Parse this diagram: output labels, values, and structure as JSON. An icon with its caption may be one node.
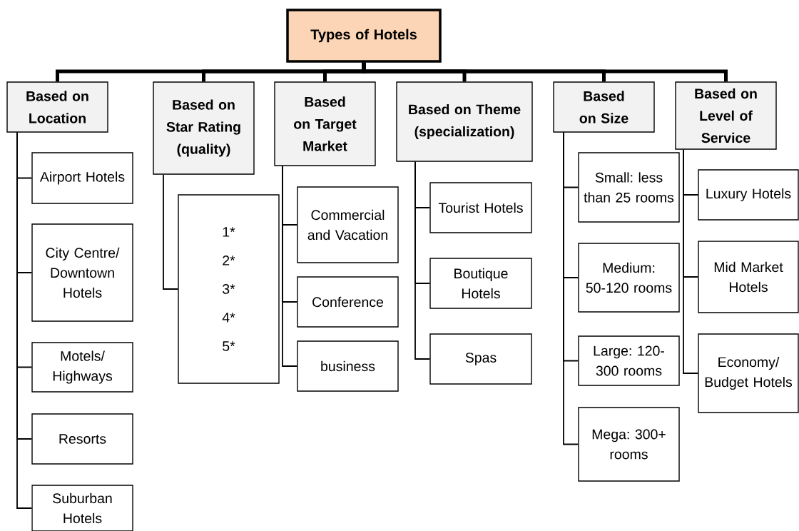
{
  "diagram": {
    "nodes": [
      {
        "text": [
          "Types of Hotels"
        ]
      },
      {
        "text": [
          "Based on Location"
        ]
      },
      {
        "text": [
          "Based on Star Rating (quality)"
        ]
      },
      {
        "text": [
          "Based on Target Market"
        ]
      },
      {
        "text": [
          "Based on Theme (specialization)"
        ]
      },
      {
        "text": [
          "Based on Size"
        ]
      },
      {
        "text": [
          "Based on Level of Service"
        ]
      },
      {
        "text": [
          "Airport Hotels"
        ]
      },
      {
        "text": [
          "City Centre/ Downtown Hotels"
        ]
      },
      {
        "text": [
          "Motels/ Highways"
        ]
      },
      {
        "text": [
          "Resorts"
        ]
      },
      {
        "text": [
          "Suburban Hotels"
        ]
      },
      {
        "text": [
          "1*",
          "2*",
          "3*",
          "4*",
          "5*"
        ]
      },
      {
        "text": [
          "Commercial and Vacation"
        ]
      },
      {
        "text": [
          "Conference"
        ]
      },
      {
        "text": [
          "business"
        ]
      },
      {
        "text": [
          "Tourist Hotels"
        ]
      },
      {
        "text": [
          "Boutique Hotels"
        ]
      },
      {
        "text": [
          "Spas"
        ]
      },
      {
        "text": [
          "Small: less than 25 rooms"
        ]
      },
      {
        "text": [
          "Medium: 50-120 rooms"
        ]
      },
      {
        "text": [
          "Large: 120-300 rooms"
        ]
      },
      {
        "text": [
          "Mega: 300+ rooms"
        ]
      },
      {
        "text": [
          "Luxury Hotels"
        ]
      },
      {
        "text": [
          "Mid Market Hotels"
        ]
      },
      {
        "text": [
          "Economy/ Budget Hotels"
        ]
      }
    ],
    "edges": [
      {
        "from": 0,
        "to": 1,
        "arrow": "none",
        "style": "thick"
      },
      {
        "from": 0,
        "to": 2,
        "arrow": "none",
        "style": "thick"
      },
      {
        "from": 0,
        "to": 3,
        "arrow": "none",
        "style": "thick"
      },
      {
        "from": 0,
        "to": 4,
        "arrow": "none",
        "style": "thick"
      },
      {
        "from": 0,
        "to": 5,
        "arrow": "none",
        "style": "thick"
      },
      {
        "from": 0,
        "to": 6,
        "arrow": "none",
        "style": "thick"
      },
      {
        "from": 1,
        "to": 7,
        "arrow": "none"
      },
      {
        "from": 1,
        "to": 8,
        "arrow": "none"
      },
      {
        "from": 1,
        "to": 9,
        "arrow": "none"
      },
      {
        "from": 1,
        "to": 10,
        "arrow": "none"
      },
      {
        "from": 1,
        "to": 11,
        "arrow": "none"
      },
      {
        "from": 2,
        "to": 12,
        "arrow": "none"
      },
      {
        "from": 3,
        "to": 13,
        "arrow": "none"
      },
      {
        "from": 3,
        "to": 14,
        "arrow": "none"
      },
      {
        "from": 3,
        "to": 15,
        "arrow": "none"
      },
      {
        "from": 4,
        "to": 16,
        "arrow": "none"
      },
      {
        "from": 4,
        "to": 17,
        "arrow": "none"
      },
      {
        "from": 4,
        "to": 18,
        "arrow": "none"
      },
      {
        "from": 5,
        "to": 19,
        "arrow": "none"
      },
      {
        "from": 5,
        "to": 20,
        "arrow": "none"
      },
      {
        "from": 5,
        "to": 21,
        "arrow": "none"
      },
      {
        "from": 5,
        "to": 22,
        "arrow": "none"
      },
      {
        "from": 6,
        "to": 23,
        "arrow": "none"
      },
      {
        "from": 6,
        "to": 24,
        "arrow": "none"
      },
      {
        "from": 6,
        "to": 25,
        "arrow": "none"
      }
    ]
  }
}
